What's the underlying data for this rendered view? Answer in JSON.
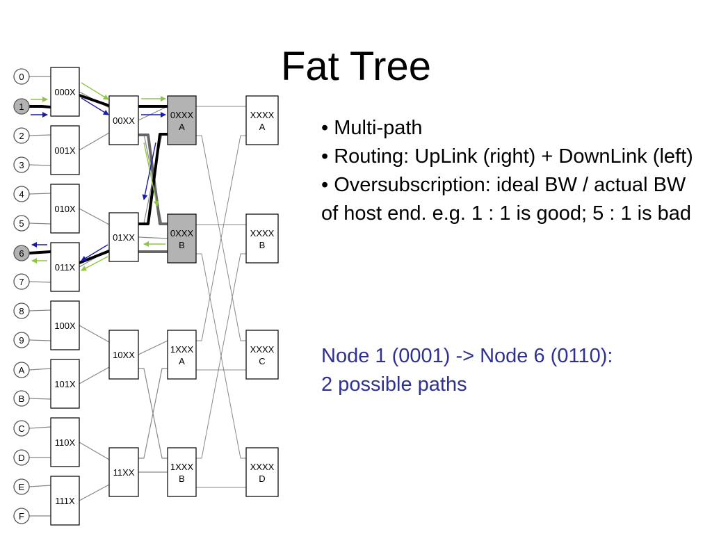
{
  "slide": {
    "title": "Fat Tree",
    "bullets": [
      "• Multi-path",
      "• Routing: UpLink (right) + DownLink (left)",
      "• Oversubscription: ideal BW / actual BW of host end. e.g. 1 : 1 is good; 5 : 1 is bad"
    ],
    "note": [
      "Node 1 (0001) -> Node 6 (0110):",
      "2 possible paths"
    ]
  },
  "diagram": {
    "hosts": [
      {
        "label": "0",
        "highlighted": false
      },
      {
        "label": "1",
        "highlighted": true
      },
      {
        "label": "2",
        "highlighted": false
      },
      {
        "label": "3",
        "highlighted": false
      },
      {
        "label": "4",
        "highlighted": false
      },
      {
        "label": "5",
        "highlighted": false
      },
      {
        "label": "6",
        "highlighted": true
      },
      {
        "label": "7",
        "highlighted": false
      },
      {
        "label": "8",
        "highlighted": false
      },
      {
        "label": "9",
        "highlighted": false
      },
      {
        "label": "A",
        "highlighted": false
      },
      {
        "label": "B",
        "highlighted": false
      },
      {
        "label": "C",
        "highlighted": false
      },
      {
        "label": "D",
        "highlighted": false
      },
      {
        "label": "E",
        "highlighted": false
      },
      {
        "label": "F",
        "highlighted": false
      }
    ],
    "level1": [
      "000X",
      "001X",
      "010X",
      "011X",
      "100X",
      "101X",
      "110X",
      "111X"
    ],
    "level2": [
      "00XX",
      "01XX",
      "10XX",
      "11XX"
    ],
    "level3": [
      {
        "line1": "0XXX",
        "line2": "A",
        "highlighted": true
      },
      {
        "line1": "0XXX",
        "line2": "B",
        "highlighted": true
      },
      {
        "line1": "1XXX",
        "line2": "A",
        "highlighted": false
      },
      {
        "line1": "1XXX",
        "line2": "B",
        "highlighted": false
      }
    ],
    "core": [
      {
        "line1": "XXXX",
        "line2": "A"
      },
      {
        "line1": "XXXX",
        "line2": "B"
      },
      {
        "line1": "XXXX",
        "line2": "C"
      },
      {
        "line1": "XXXX",
        "line2": "D"
      }
    ],
    "colors": {
      "node_fill": "#ffffff",
      "highlight_fill": "#b3b3b3",
      "link": "#888888",
      "path_primary": "#000000",
      "path_secondary": "#666666",
      "arrow_green": "#8dc63f",
      "arrow_blue": "#1a1aa8"
    }
  }
}
